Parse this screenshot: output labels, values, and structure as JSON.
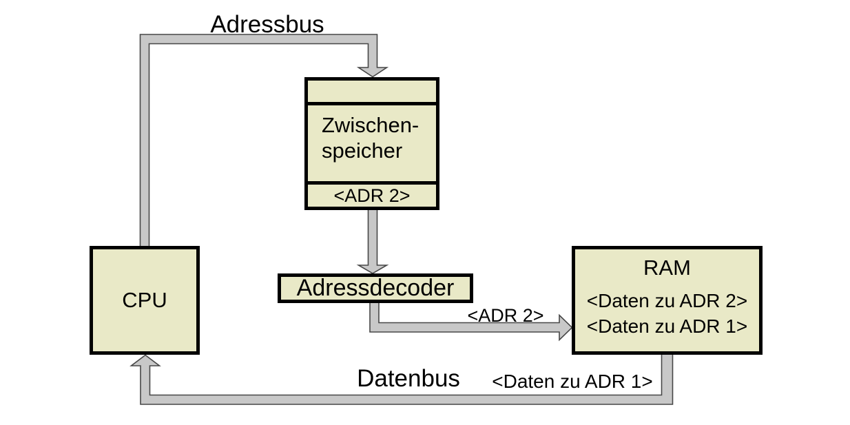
{
  "colors": {
    "background": "#ffffff",
    "box_fill": "#e9e9c7",
    "box_border": "#000000",
    "bus_fill": "#c8c8c8",
    "bus_outline": "#474747",
    "text": "#000000"
  },
  "nodes": {
    "cpu": {
      "label": "CPU"
    },
    "zwischenspeicher": {
      "name_line1": "Zwischen-",
      "name_line2": "speicher",
      "address_slot": "<ADR 2>"
    },
    "adressdecoder": {
      "label": "Adressdecoder"
    },
    "ram": {
      "title": "RAM",
      "rows": [
        "<Daten zu ADR 2>",
        "<Daten zu ADR 1>"
      ]
    }
  },
  "buses": {
    "adressbus": {
      "label": "Adressbus"
    },
    "datenbus": {
      "label": "Datenbus",
      "payload": "<Daten zu ADR 1>"
    },
    "decoder_to_ram": {
      "label": "<ADR 2>"
    }
  }
}
